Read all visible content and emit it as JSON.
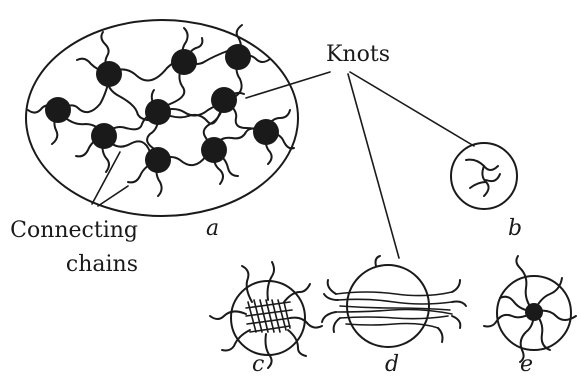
{
  "labels": {
    "knots": "Knots",
    "connecting_line1": "Connecting",
    "connecting_line2": "chains",
    "a": "a",
    "b": "b",
    "c": "c",
    "d": "d",
    "e": "e"
  },
  "colors": {
    "ink": "#1a1a1a",
    "background": "#ffffff"
  }
}
